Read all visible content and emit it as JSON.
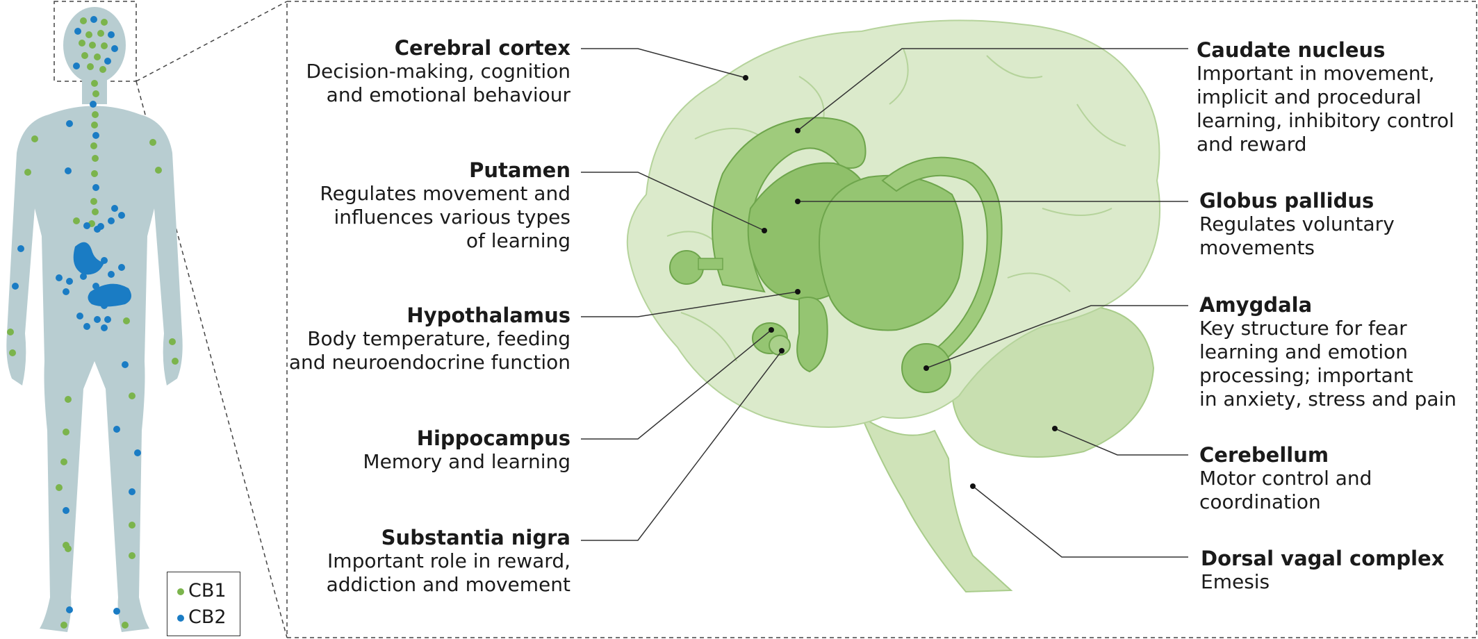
{
  "colors": {
    "cb1": "#7bb44c",
    "cb2": "#1a7cc4",
    "body": "#b8cdd1",
    "brain": "#d9e8c6",
    "brain_dark": "#a9cc8b",
    "structure": "#8cc06a"
  },
  "legend": {
    "cb1": "CB1",
    "cb2": "CB2"
  },
  "labels": {
    "cerebral_cortex": {
      "title": "Cerebral cortex",
      "desc1": "Decision-making, cognition",
      "desc2": "and emotional behaviour"
    },
    "putamen": {
      "title": "Putamen",
      "desc1": "Regulates movement and",
      "desc2": "influences various types",
      "desc3": "of learning"
    },
    "hypothalamus": {
      "title": "Hypothalamus",
      "desc1": "Body temperature, feeding",
      "desc2": "and neuroendocrine function"
    },
    "hippocampus": {
      "title": "Hippocampus",
      "desc1": "Memory and learning"
    },
    "substantia_nigra": {
      "title": "Substantia nigra",
      "desc1": "Important role in reward,",
      "desc2": "addiction and movement"
    },
    "caudate_nucleus": {
      "title": "Caudate nucleus",
      "desc1": "Important in movement,",
      "desc2": "implicit and procedural",
      "desc3": "learning, inhibitory control",
      "desc4": "and reward"
    },
    "globus_pallidus": {
      "title": "Globus pallidus",
      "desc1": "Regulates voluntary",
      "desc2": "movements"
    },
    "amygdala": {
      "title": "Amygdala",
      "desc1": "Key structure for fear",
      "desc2": "learning and emotion",
      "desc3": "processing; important",
      "desc4": "in anxiety, stress and pain"
    },
    "cerebellum": {
      "title": "Cerebellum",
      "desc1": "Motor control and",
      "desc2": "coordination"
    },
    "dorsal_vagal_complex": {
      "title": "Dorsal vagal complex",
      "desc1": "Emesis"
    }
  }
}
